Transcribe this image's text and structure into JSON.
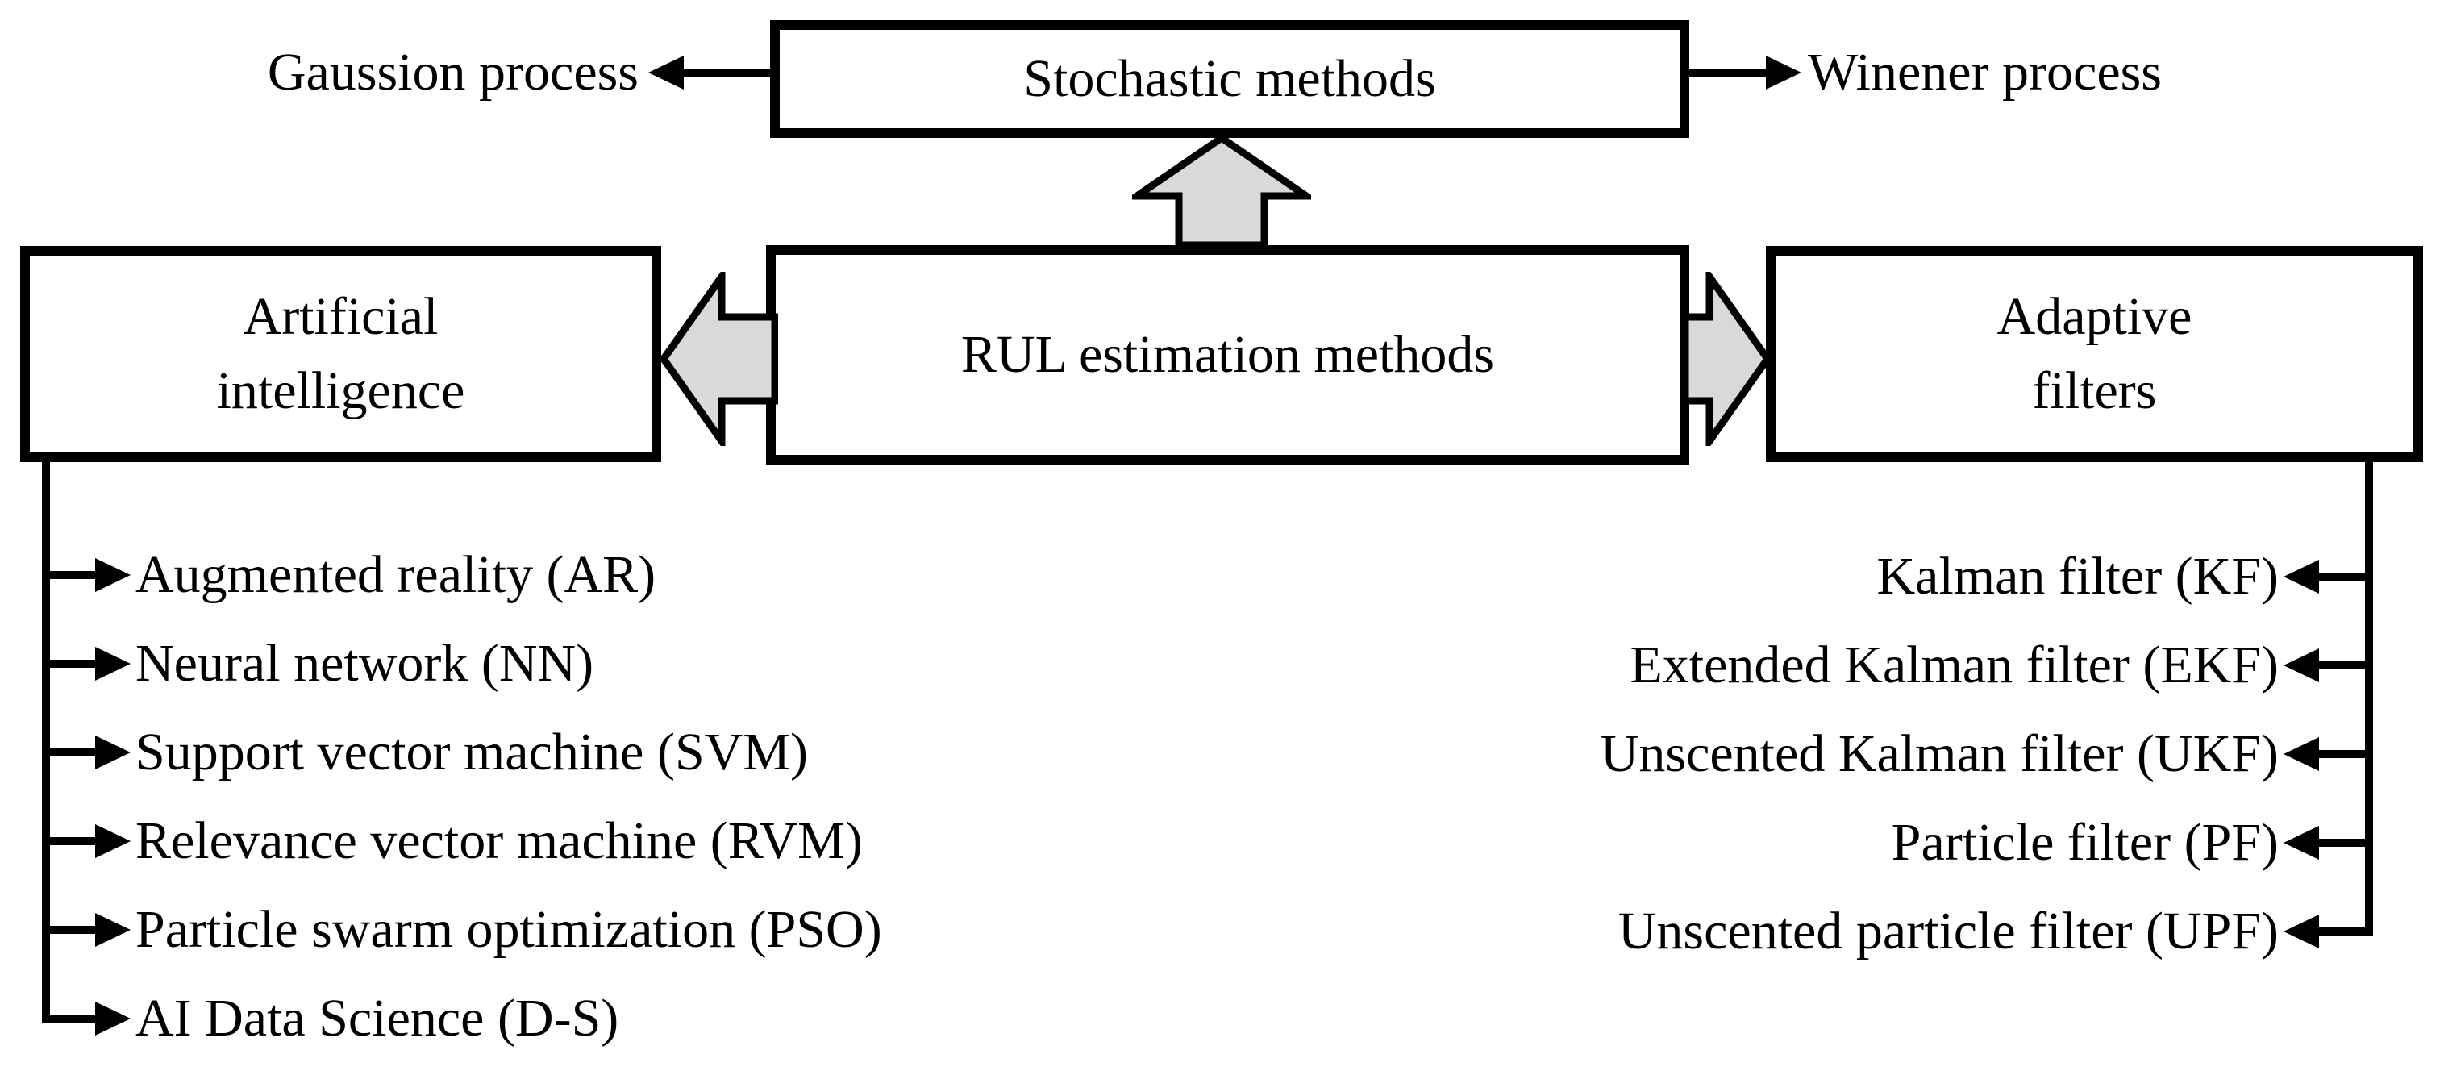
{
  "colors": {
    "background": "#ffffff",
    "line": "#000000",
    "text": "#000000",
    "block_arrow_fill": "#d9d9d9"
  },
  "center_box": {
    "label": "RUL estimation methods"
  },
  "top_box": {
    "label": "Stochastic methods"
  },
  "top_branches": {
    "left": {
      "label": "Gaussion process"
    },
    "right": {
      "label": "Winener process"
    }
  },
  "left_box": {
    "label": "Artificial intelligence",
    "lines": [
      "Artificial",
      "intelligence"
    ]
  },
  "right_box": {
    "label": "Adaptive filters",
    "lines": [
      "Adaptive",
      "filters"
    ]
  },
  "left_list": {
    "items": [
      {
        "label": "Augmented reality (AR)"
      },
      {
        "label": "Neural network (NN)"
      },
      {
        "label": "Support vector machine (SVM)"
      },
      {
        "label": "Relevance vector machine (RVM)"
      },
      {
        "label": "Particle swarm optimization (PSO)"
      },
      {
        "label": "AI Data Science (D-S)"
      }
    ]
  },
  "right_list": {
    "items": [
      {
        "label": "Kalman filter (KF)"
      },
      {
        "label": "Extended Kalman filter (EKF)"
      },
      {
        "label": "Unscented Kalman filter (UKF)"
      },
      {
        "label": "Particle filter (PF)"
      },
      {
        "label": "Unscented particle filter (UPF)"
      }
    ]
  }
}
